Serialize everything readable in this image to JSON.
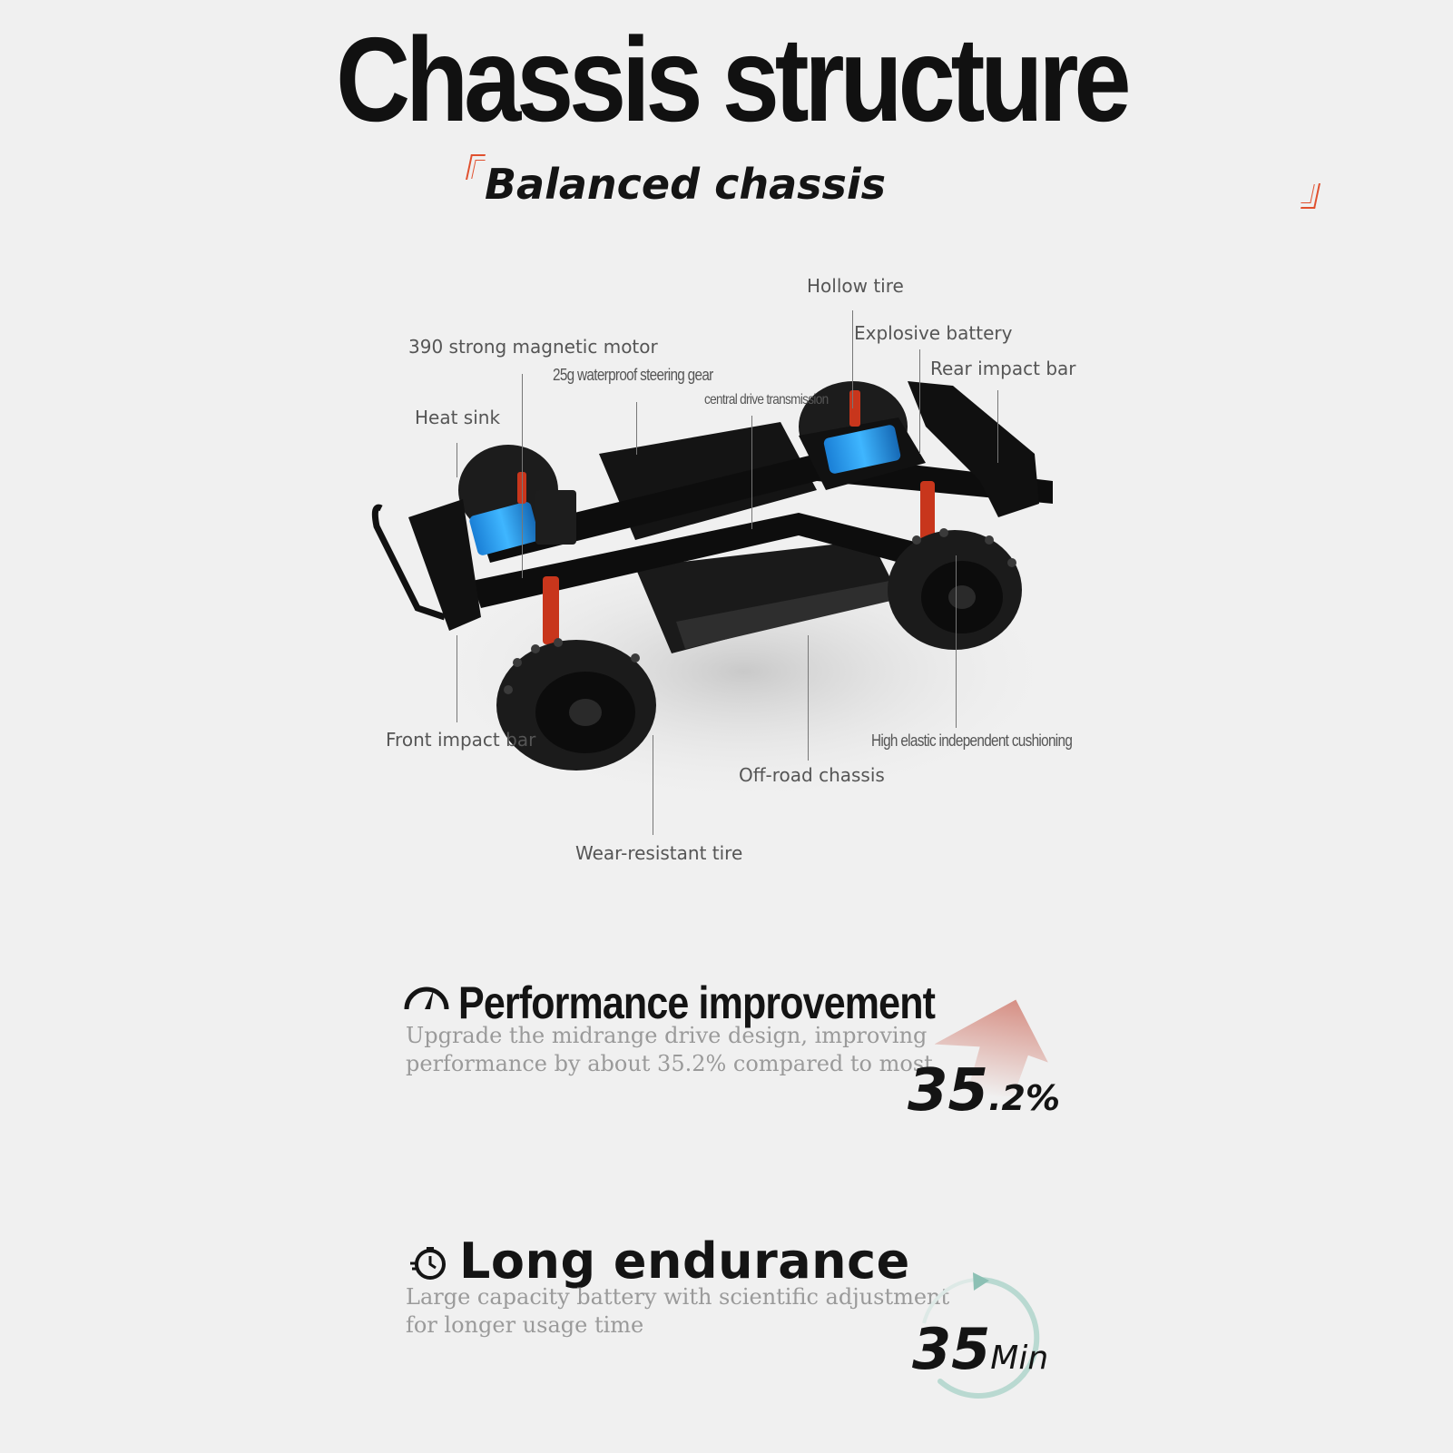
{
  "header": {
    "title": "Chassis structure",
    "subtitle": "Balanced chassis"
  },
  "diagram": {
    "labels": {
      "hollow_tire": "Hollow tire",
      "explosive_battery": "Explosive battery",
      "rear_impact_bar": "Rear impact bar",
      "motor": "390 strong magnetic motor",
      "steering_gear": "25g waterproof steering gear",
      "central_drive": "central drive transmission",
      "heat_sink": "Heat sink",
      "front_impact_bar": "Front impact bar",
      "cushioning": "High elastic independent cushioning",
      "offroad_chassis": "Off-road chassis",
      "wear_tire": "Wear-resistant tire"
    }
  },
  "performance": {
    "icon": "speedometer-icon",
    "title": "Performance improvement",
    "desc_line1": "Upgrade the midrange drive design, improving",
    "desc_line2": "performance by about 35.2% compared to most",
    "value_main": "35",
    "value_suffix": ".2%",
    "accent": "#d9a39a"
  },
  "endurance": {
    "icon": "stopwatch-icon",
    "title": "Long endurance",
    "desc_line1": "Large capacity battery with scientific adjustment",
    "desc_line2": "for longer usage time",
    "value_main": "35",
    "value_suffix": "Min",
    "accent": "#a9cfc6"
  }
}
